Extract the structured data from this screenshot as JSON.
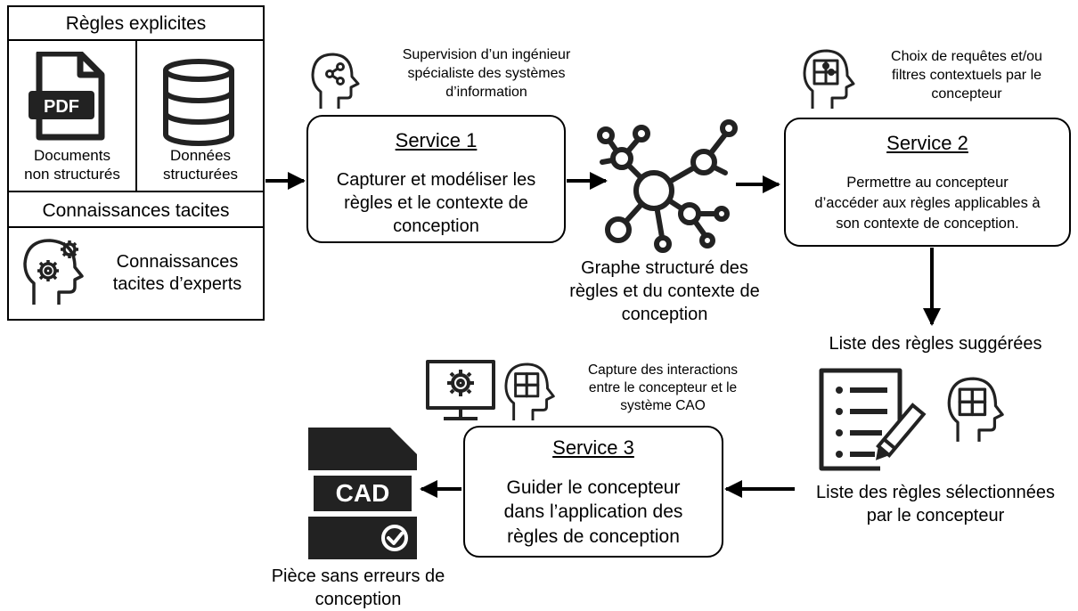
{
  "sources": {
    "explicit_header": "Règles explicites",
    "pdf_label": "PDF",
    "documents": "Documents\nnon structurés",
    "structured": "Données\nstructurées",
    "tacit_header": "Connaissances tacites",
    "tacit_experts": "Connaissances\ntacites d’experts"
  },
  "supervision_note": "Supervision d’un ingénieur\nspécialiste des systèmes\nd’information",
  "service1": {
    "title": "Service 1",
    "body": "Capturer et modéliser les\nrègles et le contexte de\nconception"
  },
  "graph_label": "Graphe structuré des\nrègles et du contexte de\nconception",
  "query_note": "Choix de requêtes et/ou\nfiltres contextuels par le\nconcepteur",
  "service2": {
    "title": "Service 2",
    "body": "Permettre au concepteur\nd’accéder aux règles applicables à\nson contexte de conception."
  },
  "suggested_label": "Liste des règles suggérées",
  "selected_label": "Liste des règles sélectionnées\npar le concepteur",
  "capture_note": "Capture des interactions\nentre le concepteur et le\nsystème CAO",
  "service3": {
    "title": "Service 3",
    "body": "Guider le concepteur\ndans l’application des\nrègles de conception"
  },
  "cad_label": "CAD",
  "output_label": "Pièce sans erreurs de\nconception"
}
